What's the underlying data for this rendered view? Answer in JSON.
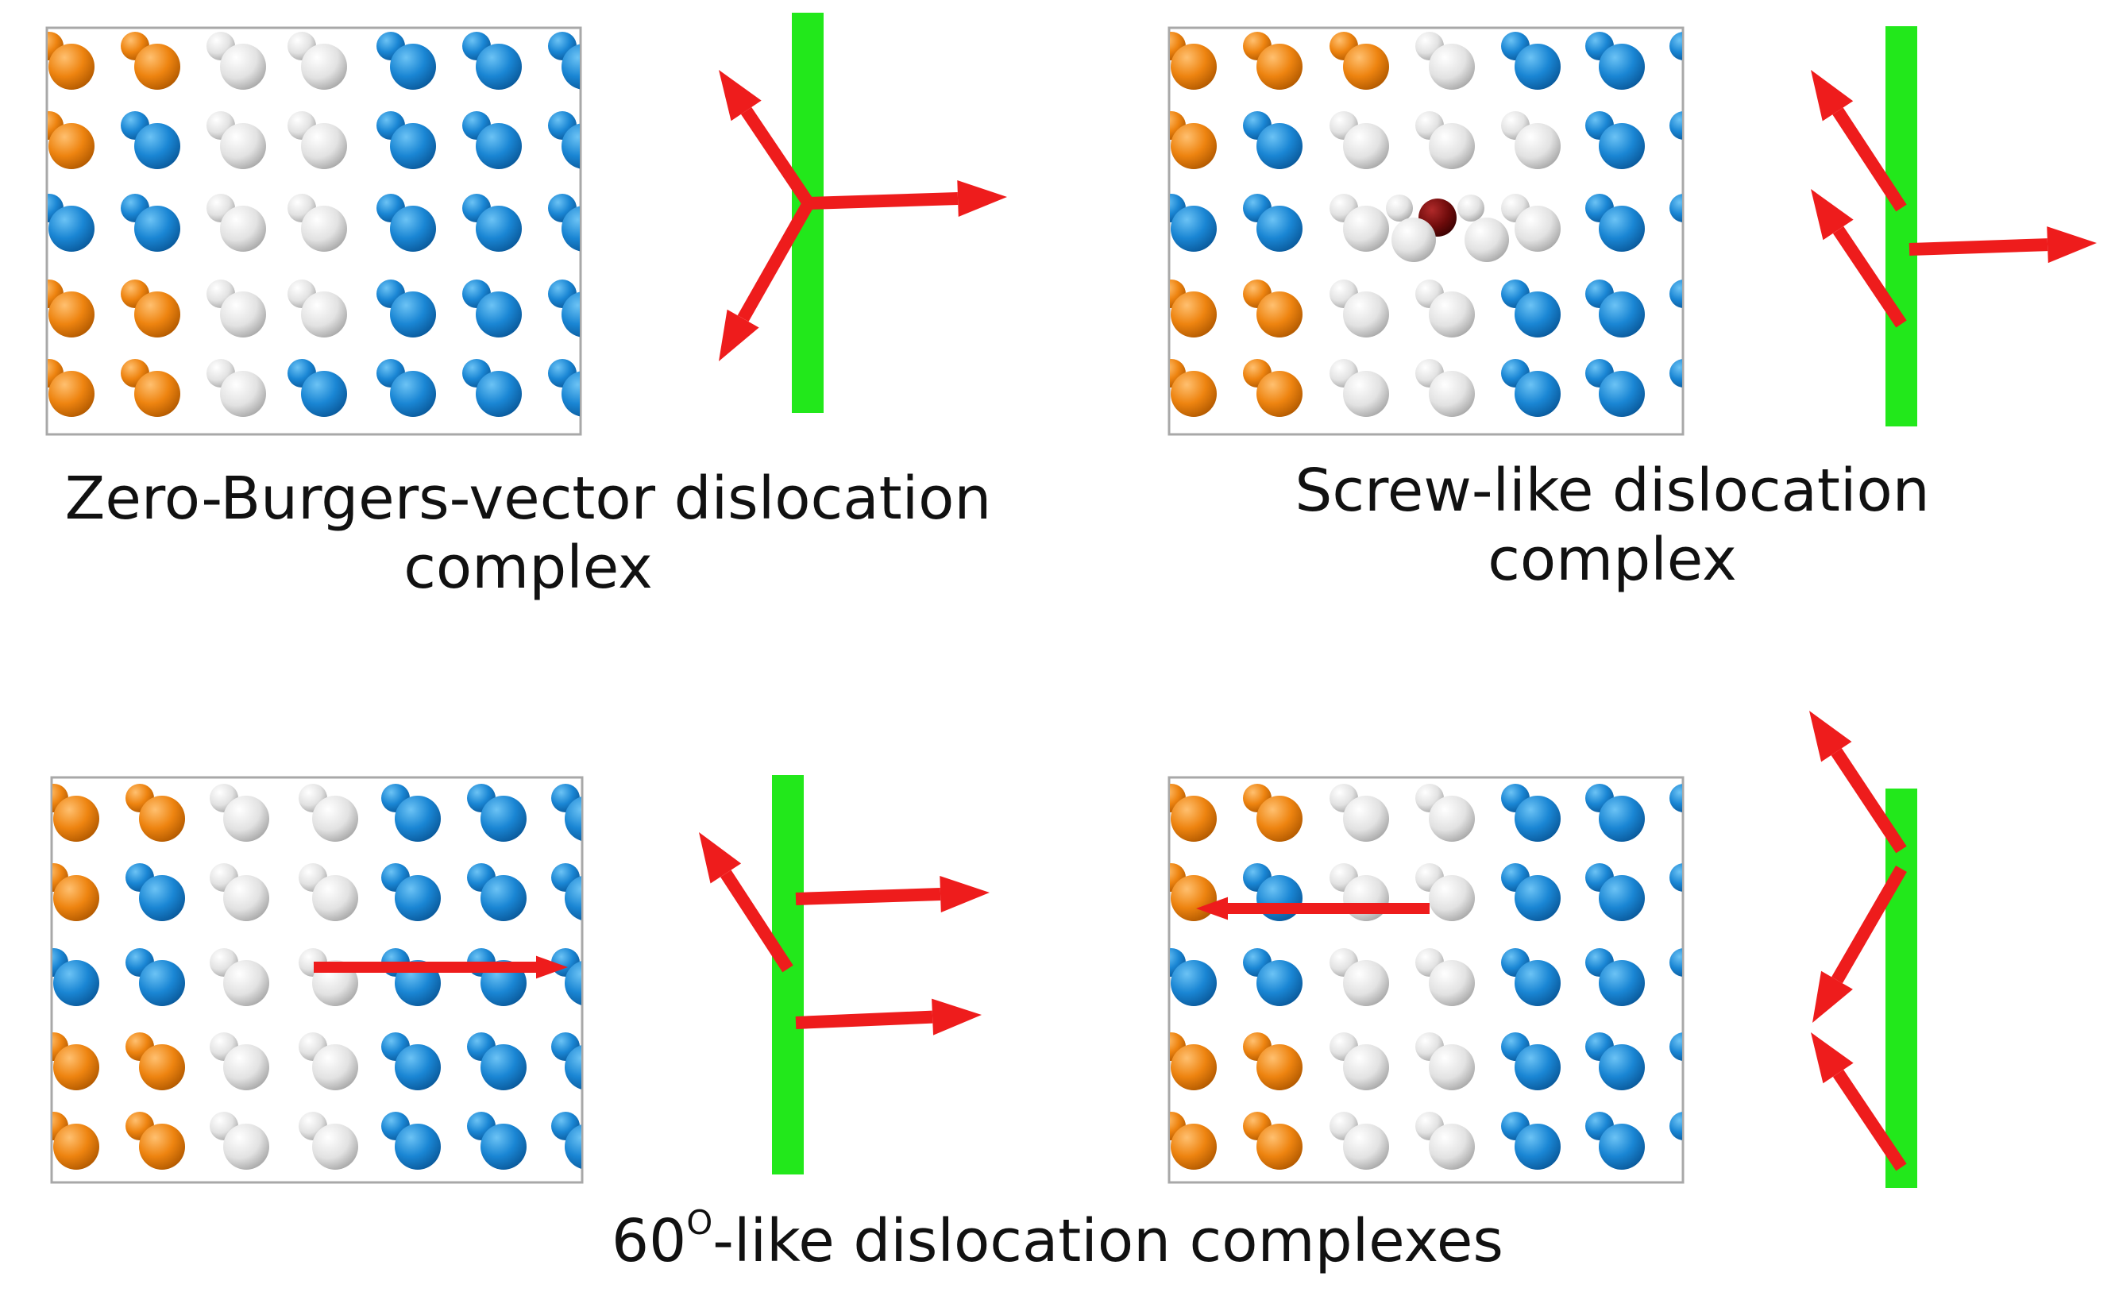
{
  "captions": {
    "zero_burgers": {
      "line1": "Zero-Burgers-vector dislocation",
      "line2": "complex"
    },
    "screw_like": {
      "line1": "Screw-like dislocation",
      "line2": "complex"
    },
    "sixty_like": {
      "prefix": "60",
      "superscript": "O",
      "suffix": "-like dislocation complexes"
    }
  },
  "colors": {
    "atom_blue": "#1a86d4",
    "atom_orange": "#ee8410",
    "atom_white": "#dcdcdc",
    "atom_dark_red": "#6e0b0b",
    "arrow_red": "#ee1c1c",
    "dislocation_line_green": "#22e81b",
    "panel_border": "#a8a8a8"
  }
}
